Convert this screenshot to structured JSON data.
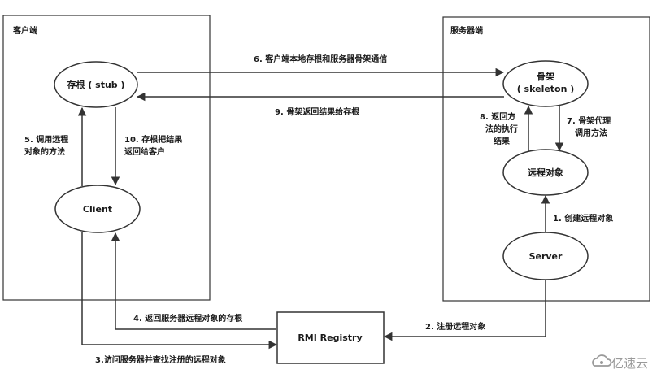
{
  "regions": {
    "client": "客户端",
    "server": "服务器端"
  },
  "nodes": {
    "stub": "存根 ( stub )",
    "skeleton_line1": "骨架",
    "skeleton_line2": "( skeleton )",
    "client": "Client",
    "remote_object": "远程对象",
    "server": "Server",
    "registry": "RMI Registry"
  },
  "edges": {
    "e1": "1. 创建远程对象",
    "e2": "2. 注册远程对象",
    "e3": "3.访问服务器并查找注册的远程对象",
    "e4": "4. 返回服务器远程对象的存根",
    "e5_line1": "5. 调用远程",
    "e5_line2": "对象的方法",
    "e6": "6. 客户端本地存根和服务器骨架通信",
    "e7_line1": "7. 骨架代理",
    "e7_line2": "调用方法",
    "e8_line1": "8. 返回方",
    "e8_line2": "法的执行",
    "e8_line3": "结果",
    "e9": "9. 骨架返回结果给存根",
    "e10_line1": "10. 存根把结果",
    "e10_line2": "返回给客户"
  },
  "watermark": "亿速云"
}
